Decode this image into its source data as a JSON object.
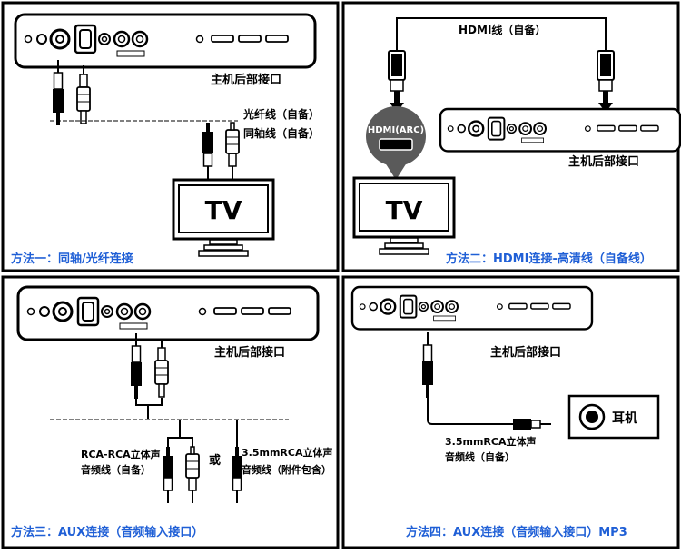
{
  "panel1": {
    "unit_label": "主机后部接口",
    "cable_optical": "光纤线（自备）",
    "cable_coax": "同轴线（自备）",
    "tv_label": "TV",
    "caption": "方法一：同轴/光纤连接"
  },
  "panel2": {
    "cable_hdmi": "HDMI线（自备）",
    "port_label": "HDMI(ARC)",
    "unit_label": "主机后部接口",
    "tv_label": "TV",
    "caption": "方法二：HDMI连接-高清线（自备线）"
  },
  "panel3": {
    "unit_label": "主机后部接口",
    "cable_rca_line1": "RCA-RCA立体声",
    "cable_rca_line2": "音频线（自备）",
    "or_label": "或",
    "cable_35_line1": "3.5mmRCA立体声",
    "cable_35_line2": "音频线（附件包含）",
    "caption": "方法三：AUX连接（音频输入接口）"
  },
  "panel4": {
    "unit_label": "主机后部接口",
    "headphone_label": "耳机",
    "cable_line1": "3.5mmRCA立体声",
    "cable_line2": "音频线（自备）",
    "caption": "方法四：AUX连接（音频输入接口）MP3"
  },
  "colors": {
    "caption": "#1f5fd6",
    "line": "#000000",
    "bubble": "#5a5a5a"
  }
}
